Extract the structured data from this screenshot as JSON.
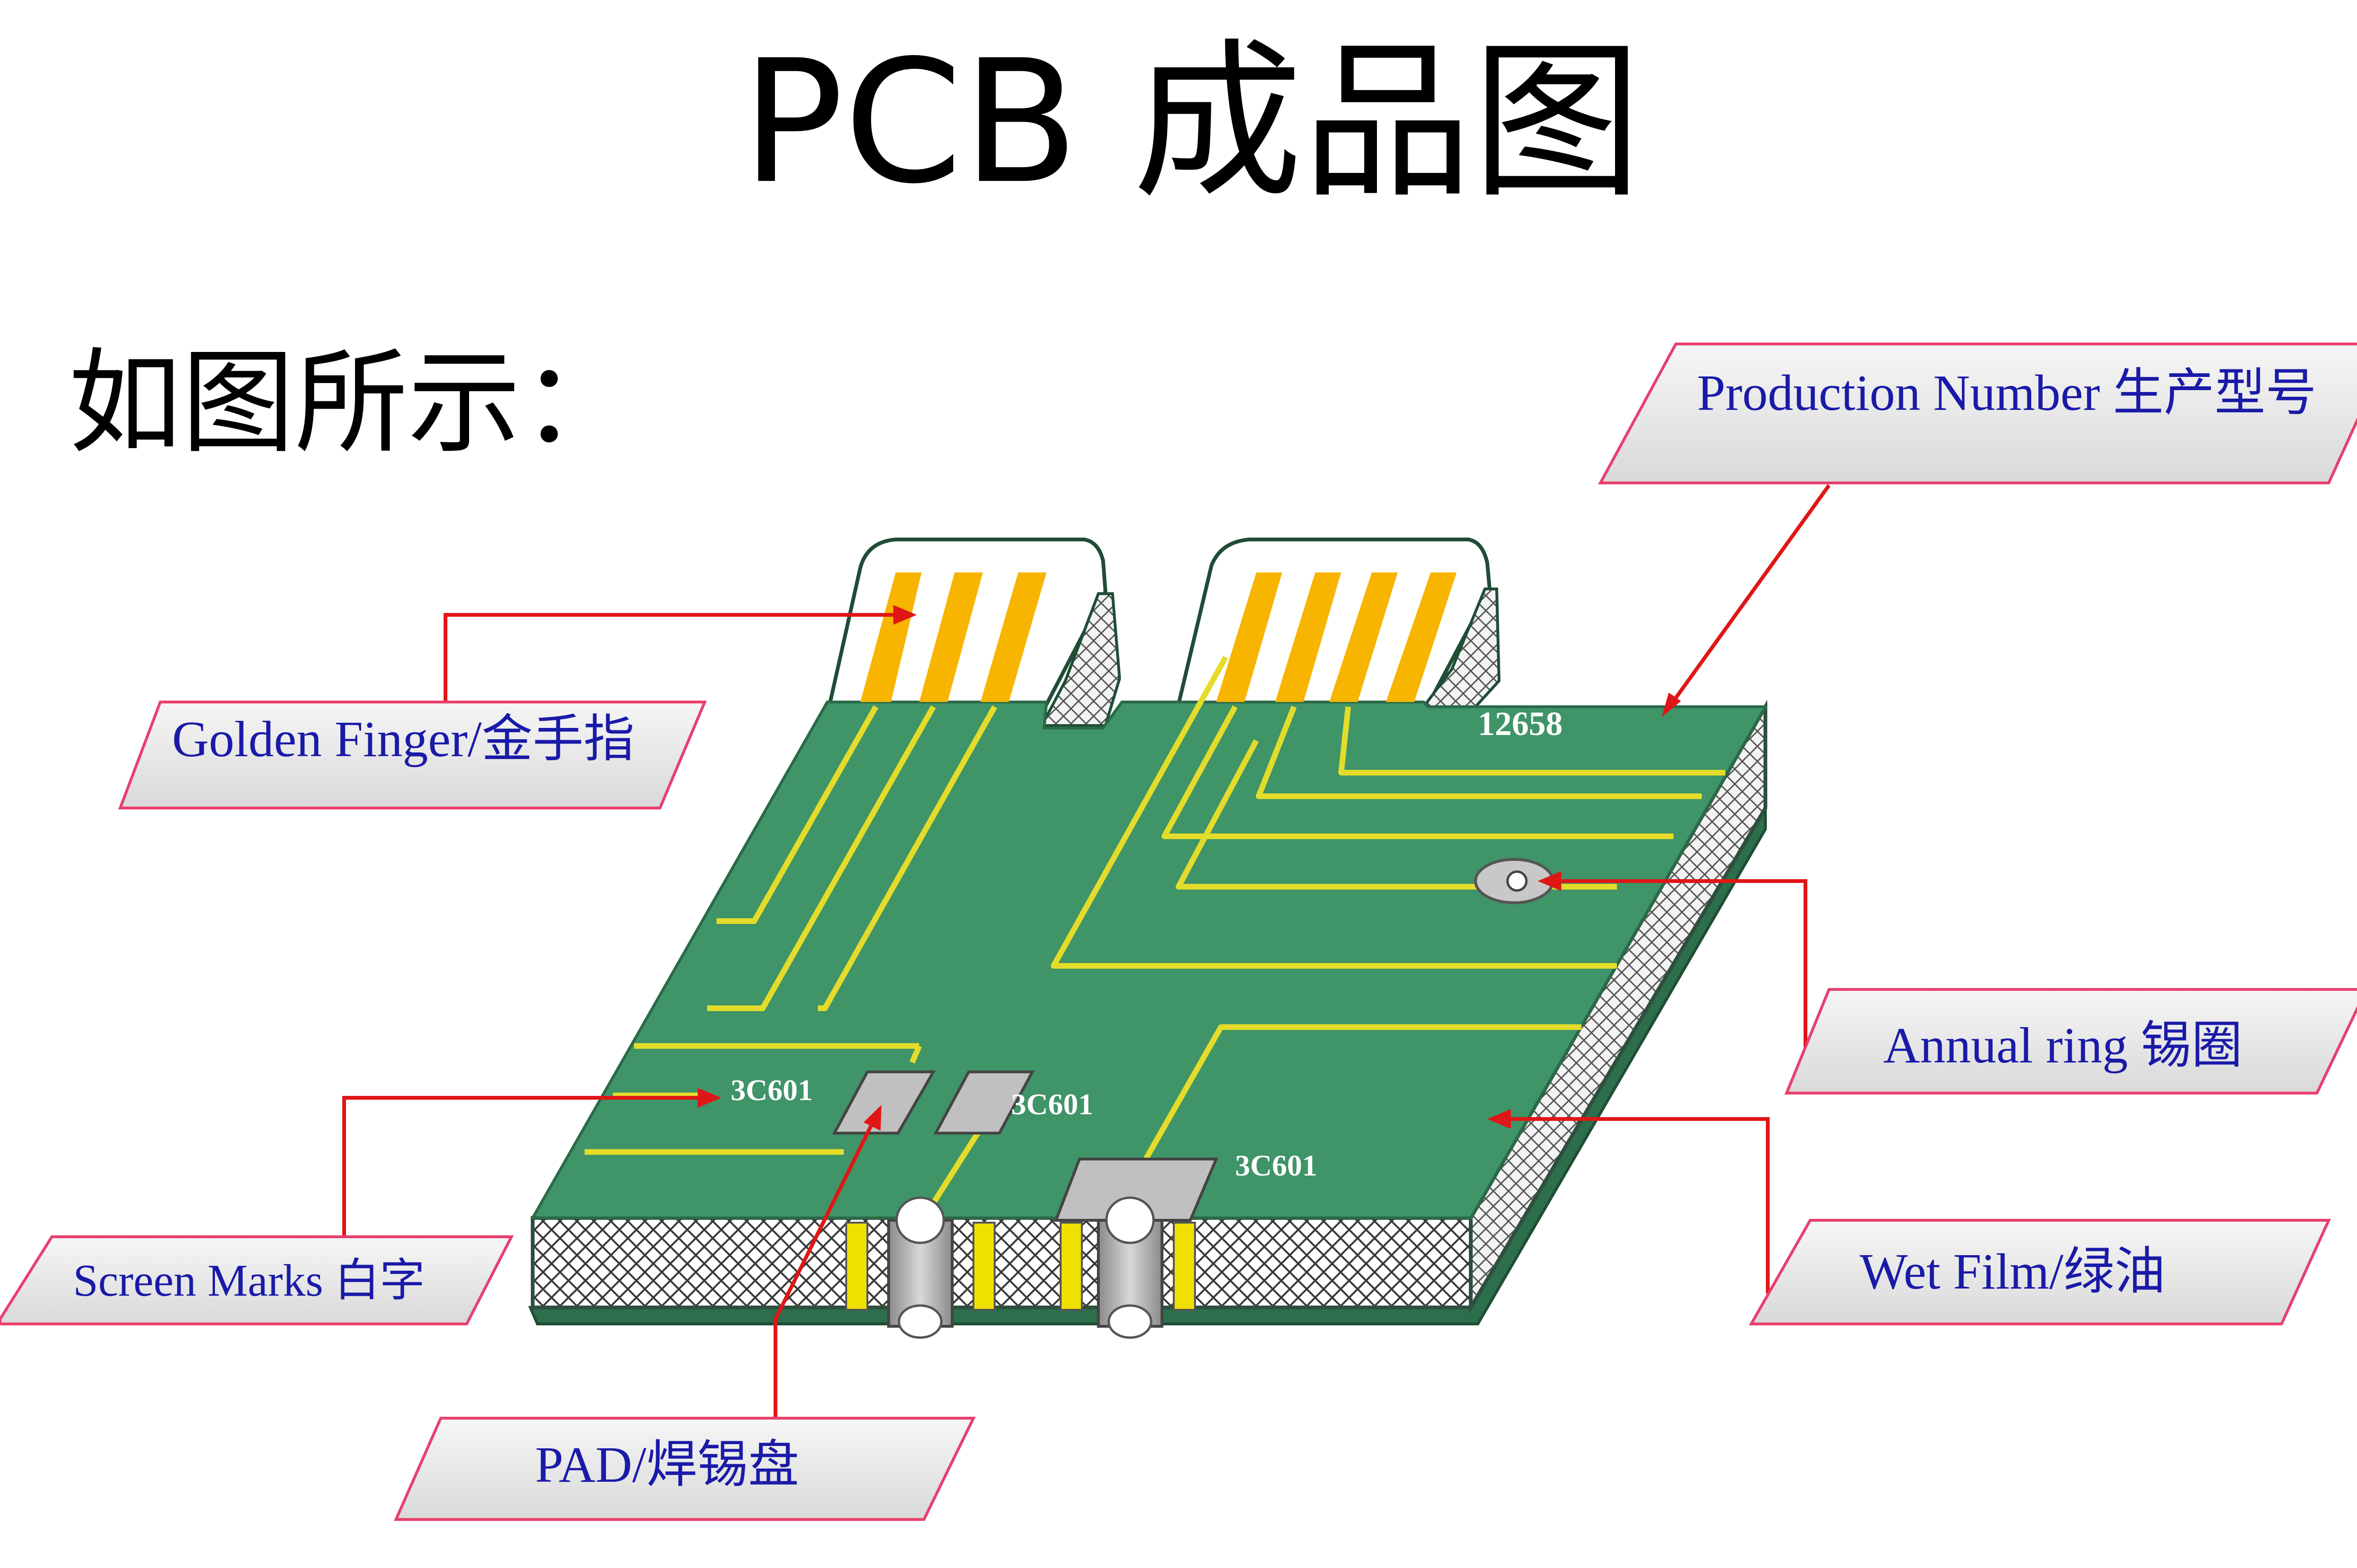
{
  "title": "PCB 成品图",
  "intro": "如图所示：",
  "board": {
    "production_number": "12658",
    "silkscreen_marks": [
      "3C601",
      "3C601",
      "3C601"
    ]
  },
  "labels": {
    "production_number": "Production Number 生产型号",
    "golden_finger": "Golden Finger/金手指",
    "annual_ring": "Annual ring 锡圈",
    "screen_marks": "Screen Marks 白字",
    "wet_film": "Wet Film/绿油",
    "pad": "PAD/焊锡盘"
  },
  "colors": {
    "board_green": "#3f9468",
    "trace_yellow": "#e4dc2a",
    "gold": "#f7b500",
    "arrow_red": "#e01616",
    "label_border": "#e8406e",
    "label_text": "#1a1aa8"
  }
}
